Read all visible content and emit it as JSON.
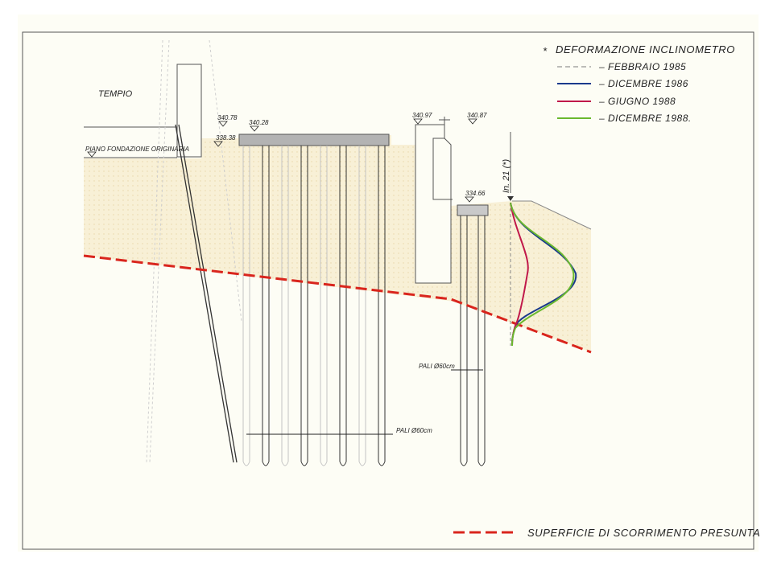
{
  "legend": {
    "asterisk": "*",
    "title": "DEFORMAZIONE INCLINOMETRO",
    "items": [
      {
        "label": "– FEBBRAIO 1985",
        "color": "#7a7a7a",
        "style": "dashed"
      },
      {
        "label": "– DICEMBRE 1986",
        "color": "#1a3a8c",
        "style": "solid"
      },
      {
        "label": "– GIUGNO 1988",
        "color": "#c0184a",
        "style": "solid"
      },
      {
        "label": "– DICEMBRE 1988.",
        "color": "#6ab82e",
        "style": "solid"
      }
    ]
  },
  "labels": {
    "tempio": "TEMPIO",
    "piano_fondazione": "PIANO FONDAZIONE ORIGINARIA",
    "inclinometer": "In. 21 (*)",
    "pali_right": "PALI Ø60cm",
    "pali_bottom": "PALI Ø60cm",
    "sliding_surface": "SUPERFICIE DI SCORRIMENTO PRESUNTA"
  },
  "elevations": [
    "340.78",
    "338.38",
    "340.28",
    "340.97",
    "340.87",
    "334.66"
  ],
  "colors": {
    "soil": "#f7efd5",
    "paper": "#fdfdf4",
    "frame": "#555555",
    "sliding": "#d9251d",
    "cap": "#b0b0b0"
  }
}
